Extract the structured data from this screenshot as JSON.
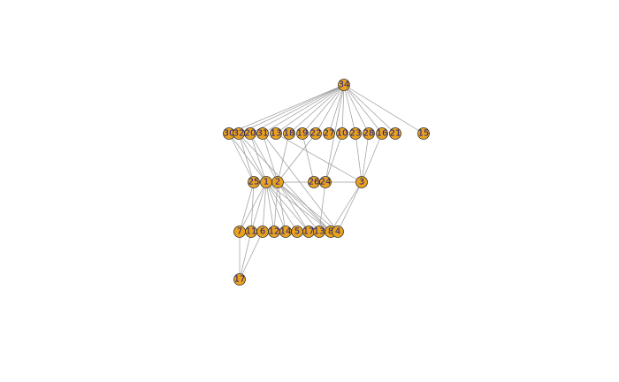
{
  "diagram": {
    "type": "network-graph",
    "colors": {
      "node_fill": "#e8a21d",
      "node_stroke": "#333333",
      "edge": "#9a9a9a",
      "label": "#1a1a8c",
      "background": "#ffffff"
    },
    "nodes": [
      {
        "id": "n1",
        "label": "34"
      },
      {
        "id": "n2",
        "label": "30"
      },
      {
        "id": "n3",
        "label": "32"
      },
      {
        "id": "n4",
        "label": "20"
      },
      {
        "id": "n5",
        "label": "31"
      },
      {
        "id": "n6",
        "label": "13"
      },
      {
        "id": "n7",
        "label": "18"
      },
      {
        "id": "n8",
        "label": "19"
      },
      {
        "id": "n9",
        "label": "22"
      },
      {
        "id": "n10",
        "label": "27"
      },
      {
        "id": "n11",
        "label": "10"
      },
      {
        "id": "n12",
        "label": "23"
      },
      {
        "id": "n13",
        "label": "28"
      },
      {
        "id": "n14",
        "label": "16"
      },
      {
        "id": "n15",
        "label": "21"
      },
      {
        "id": "n16",
        "label": "15"
      },
      {
        "id": "n17",
        "label": "25"
      },
      {
        "id": "n18",
        "label": "1"
      },
      {
        "id": "n19",
        "label": "2"
      },
      {
        "id": "n20",
        "label": "26"
      },
      {
        "id": "n21",
        "label": "24"
      },
      {
        "id": "n22",
        "label": "3"
      },
      {
        "id": "n23",
        "label": "7"
      },
      {
        "id": "n24",
        "label": "11"
      },
      {
        "id": "n25",
        "label": "6"
      },
      {
        "id": "n26",
        "label": "12"
      },
      {
        "id": "n27",
        "label": "14"
      },
      {
        "id": "n28",
        "label": "5"
      },
      {
        "id": "n29",
        "label": "17"
      },
      {
        "id": "n30",
        "label": "13"
      },
      {
        "id": "n31",
        "label": "8"
      },
      {
        "id": "n32",
        "label": "4"
      },
      {
        "id": "n33",
        "label": "17"
      }
    ],
    "edges": [
      [
        "n1",
        "n2"
      ],
      [
        "n1",
        "n3"
      ],
      [
        "n1",
        "n4"
      ],
      [
        "n1",
        "n5"
      ],
      [
        "n1",
        "n6"
      ],
      [
        "n1",
        "n7"
      ],
      [
        "n1",
        "n8"
      ],
      [
        "n1",
        "n9"
      ],
      [
        "n1",
        "n10"
      ],
      [
        "n1",
        "n11"
      ],
      [
        "n1",
        "n12"
      ],
      [
        "n1",
        "n13"
      ],
      [
        "n1",
        "n14"
      ],
      [
        "n1",
        "n15"
      ],
      [
        "n1",
        "n16"
      ],
      [
        "n2",
        "n17"
      ],
      [
        "n3",
        "n17"
      ],
      [
        "n3",
        "n18"
      ],
      [
        "n4",
        "n18"
      ],
      [
        "n5",
        "n19"
      ],
      [
        "n7",
        "n19"
      ],
      [
        "n9",
        "n19"
      ],
      [
        "n2",
        "n18"
      ],
      [
        "n1",
        "n21"
      ],
      [
        "n11",
        "n21"
      ],
      [
        "n12",
        "n22"
      ],
      [
        "n13",
        "n22"
      ],
      [
        "n14",
        "n22"
      ],
      [
        "n6",
        "n22"
      ],
      [
        "n8",
        "n20"
      ],
      [
        "n4",
        "n19"
      ],
      [
        "n17",
        "n18"
      ],
      [
        "n18",
        "n19"
      ],
      [
        "n18",
        "n21"
      ],
      [
        "n21",
        "n22"
      ],
      [
        "n17",
        "n23"
      ],
      [
        "n17",
        "n24"
      ],
      [
        "n18",
        "n23"
      ],
      [
        "n18",
        "n24"
      ],
      [
        "n18",
        "n25"
      ],
      [
        "n18",
        "n26"
      ],
      [
        "n18",
        "n27"
      ],
      [
        "n18",
        "n28"
      ],
      [
        "n18",
        "n29"
      ],
      [
        "n18",
        "n31"
      ],
      [
        "n19",
        "n26"
      ],
      [
        "n19",
        "n27"
      ],
      [
        "n19",
        "n30"
      ],
      [
        "n19",
        "n31"
      ],
      [
        "n19",
        "n32"
      ],
      [
        "n19",
        "n29"
      ],
      [
        "n21",
        "n30"
      ],
      [
        "n22",
        "n31"
      ],
      [
        "n22",
        "n32"
      ],
      [
        "n23",
        "n33"
      ],
      [
        "n24",
        "n33"
      ],
      [
        "n25",
        "n33"
      ],
      [
        "n3",
        "n31"
      ],
      [
        "n5",
        "n32"
      ]
    ]
  }
}
